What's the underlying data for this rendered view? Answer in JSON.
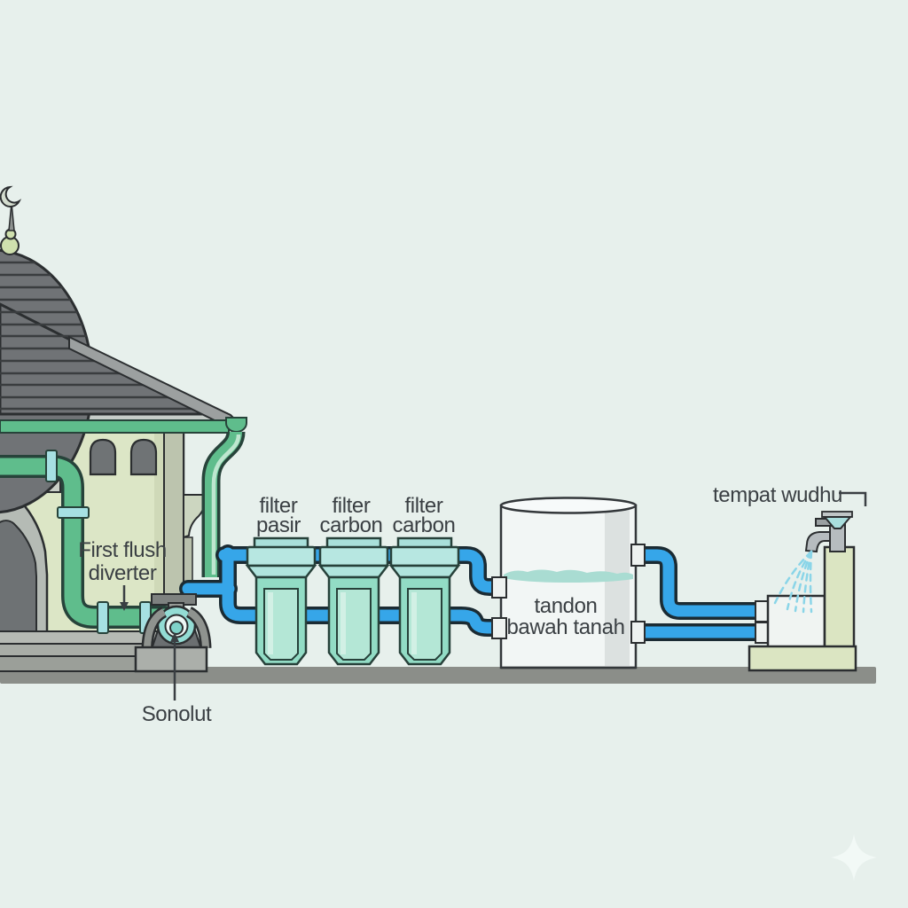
{
  "labels": {
    "first_flush_line1": "First flush",
    "first_flush_line2": "diverter",
    "pump": "Sonolut",
    "filter_1_line1": "filter",
    "filter_1_line2": "pasir",
    "filter_2_line1": "filter",
    "filter_2_line2": "carbon",
    "filter_3_line1": "filter",
    "filter_3_line2": "carbon",
    "tank_line1": "tandon",
    "tank_line2": "bawah tanah",
    "wudhu": "tempat wudhu"
  },
  "colors": {
    "background": "#e7f0ec",
    "ground": "#8b8e89",
    "roof": "#707376",
    "roof_stripe": "#3a3d3f",
    "ridge_band": "#9ca0a0",
    "wall": "#dce6c6",
    "pipe_green": "#5fbd8c",
    "pipe_green_outline": "#27433a",
    "pipe_blue": "#36a6e9",
    "pipe_blue_outline": "#1b2b33",
    "coupling": "#a6e0e2",
    "filter_body": "#92dcc5",
    "filter_cap": "#b7e7e1",
    "tank": "#f2f6f5",
    "water": "#a9dcd2",
    "wudhu_green": "#dbe5c2",
    "metal": "#b6bcbf",
    "text": "#3a3f43"
  }
}
